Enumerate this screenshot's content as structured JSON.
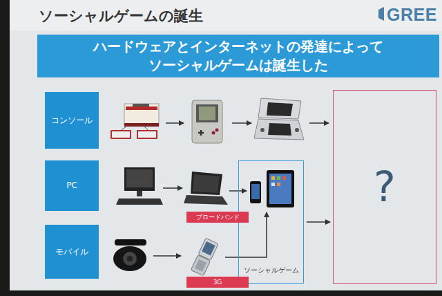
{
  "diagram": {
    "title": "ソーシャルゲームの誕生",
    "nodes": [
      {
        "text": [
          "ハードウェアとインターネットの発達によって ソーシャルゲームは誕生した"
        ]
      },
      {
        "text": [
          "コンソール"
        ]
      },
      {
        "text": [
          "PC"
        ]
      },
      {
        "text": [
          "モバイル"
        ]
      },
      {
        "text": [
          "ソーシャルゲーム"
        ]
      },
      {
        "text": [
          "ブロードバンド"
        ]
      },
      {
        "text": [
          "3G"
        ]
      },
      {
        "text": [
          "?"
        ]
      }
    ],
    "edges": [
      {
        "from": 4,
        "to": 7,
        "arrow": "to"
      }
    ],
    "labels": [
      "GREE"
    ]
  }
}
